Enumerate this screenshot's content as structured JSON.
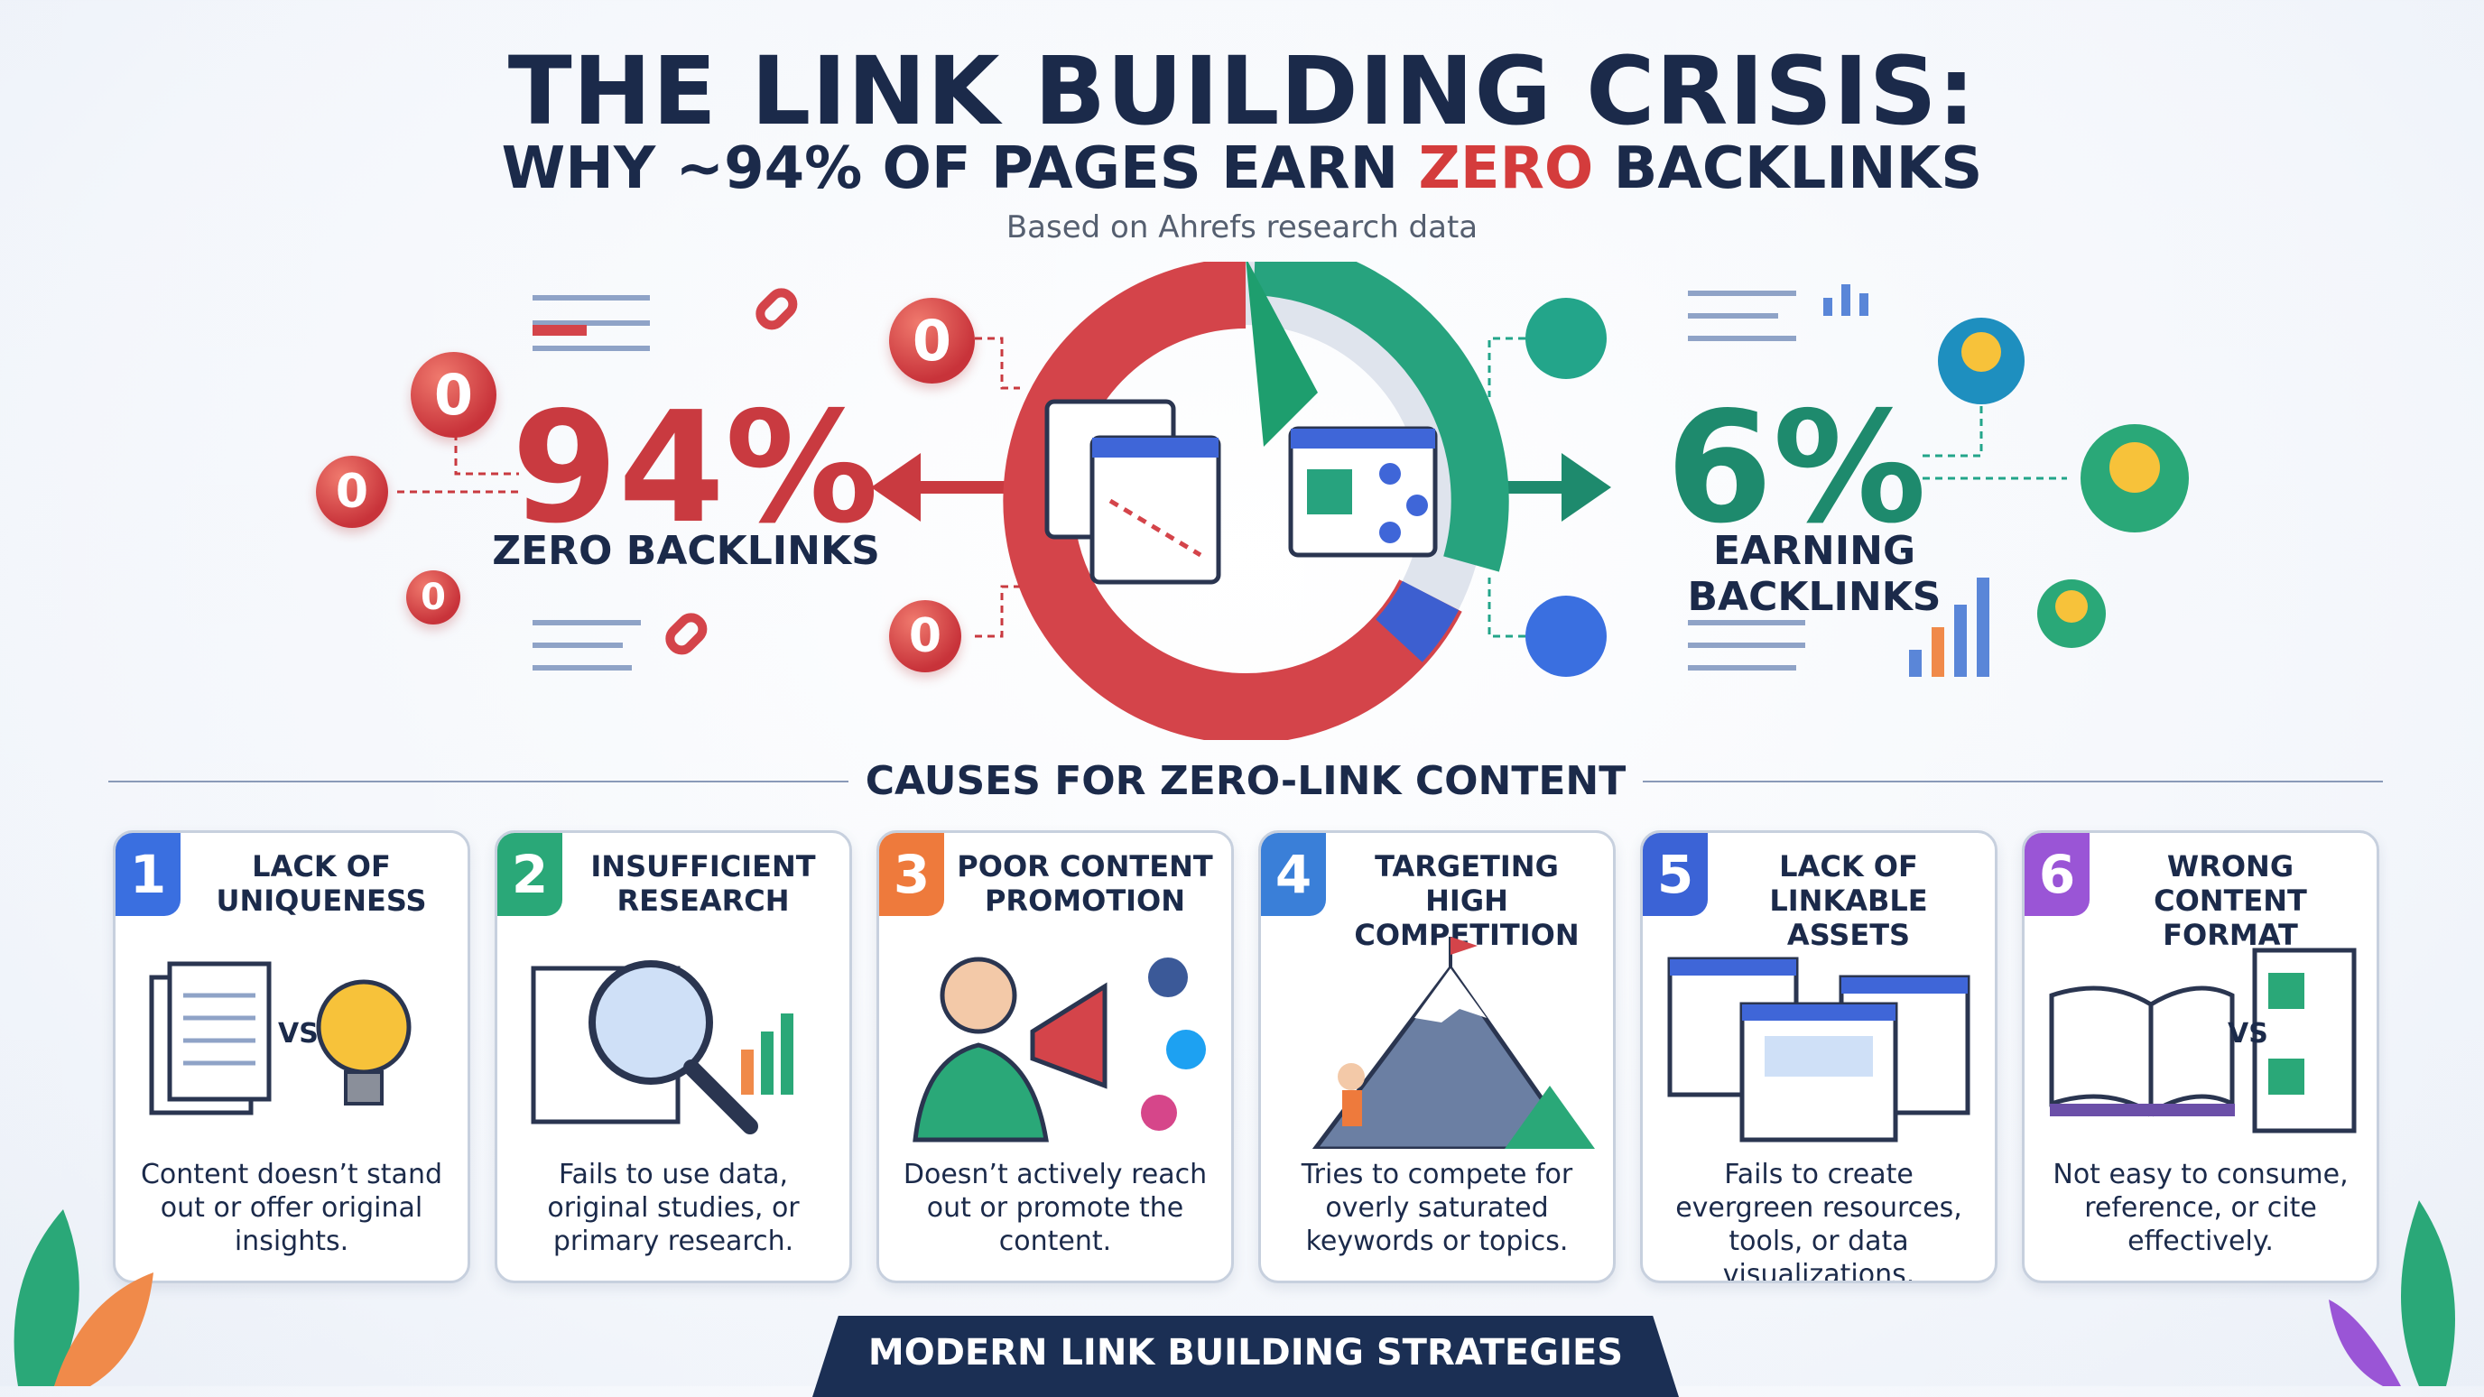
{
  "header": {
    "title": "THE LINK BUILDING CRISIS:",
    "subtitle_pre": "WHY ~94% OF PAGES EARN ",
    "subtitle_highlight": "ZERO",
    "subtitle_post": " BACKLINKS",
    "source": "Based on Ahrefs research data"
  },
  "stats": {
    "zero": {
      "value": "94%",
      "label": "ZERO BACKLINKS",
      "fraction": 0.94,
      "color": "#c93a40"
    },
    "earning": {
      "value": "6%",
      "label": "EARNING BACKLINKS",
      "fraction": 0.06,
      "color": "#1e8a6d"
    }
  },
  "badge_text": "0",
  "causes": {
    "title": "CAUSES FOR ZERO-LINK CONTENT",
    "items": [
      {
        "num": "1",
        "title": "LACK OF UNIQUENESS",
        "desc": "Content doesn’t stand out or offer original insights.",
        "vs": "VS",
        "color": "#3a6fe0"
      },
      {
        "num": "2",
        "title": "INSUFFICIENT RESEARCH",
        "desc": "Fails to use data, original studies, or primary research.",
        "color": "#2aa878"
      },
      {
        "num": "3",
        "title": "POOR CONTENT PROMOTION",
        "desc": "Doesn’t actively reach out or promote the content.",
        "color": "#ee7a3c"
      },
      {
        "num": "4",
        "title": "TARGETING HIGH COMPETITION",
        "desc": "Tries to compete for overly saturated keywords or topics.",
        "color": "#3a7fd8"
      },
      {
        "num": "5",
        "title": "LACK OF LINKABLE ASSETS",
        "desc": "Fails to create evergreen resources, tools, or data visualizations.",
        "color": "#3b63d6"
      },
      {
        "num": "6",
        "title": "WRONG CONTENT FORMAT",
        "desc": "Not easy to consume, reference, or cite effectively.",
        "vs": "VS",
        "color": "#9a55d6"
      }
    ]
  },
  "footer": {
    "banner": "MODERN LINK BUILDING STRATEGIES"
  },
  "icons": [
    "broken-link-icon",
    "link-icon",
    "lightbulb-icon",
    "browser-window-icon",
    "bar-chart-icon",
    "megaphone-icon",
    "magnifier-icon",
    "mountain-icon",
    "book-icon"
  ]
}
